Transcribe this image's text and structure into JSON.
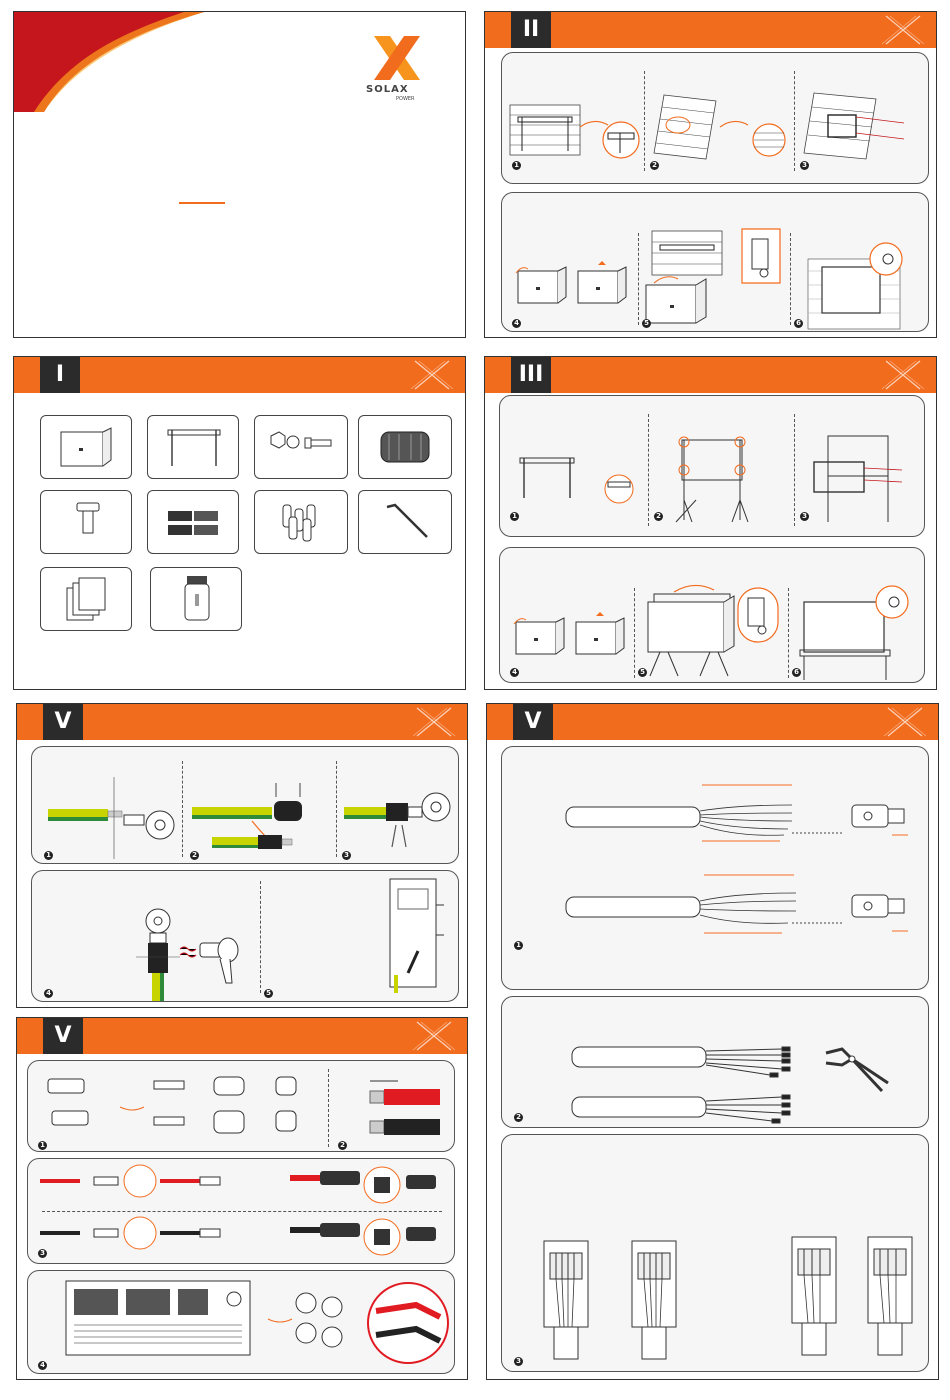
{
  "brand": {
    "logo_main": "SOLAX",
    "logo_sub": "POWER",
    "orange": "#f26c1e",
    "dark": "#2b2b2b",
    "red": "#c4161c"
  },
  "sections": {
    "s2": {
      "numeral": "II"
    },
    "s1": {
      "numeral": "I"
    },
    "s3": {
      "numeral": "III"
    },
    "s5a": {
      "numeral": "V"
    },
    "s5b": {
      "numeral": "V"
    },
    "s5c": {
      "numeral": "V"
    }
  },
  "steps": [
    "1",
    "2",
    "3",
    "4",
    "5",
    "6"
  ],
  "icons": [
    "wall-bracket-icon",
    "brick-wall-icon",
    "inverter-icon",
    "bolt-icon",
    "connector-icon",
    "ground-cable-icon",
    "heat-gun-icon",
    "crimp-tool-icon",
    "pv-connector-icon",
    "ring-terminal-icon"
  ]
}
